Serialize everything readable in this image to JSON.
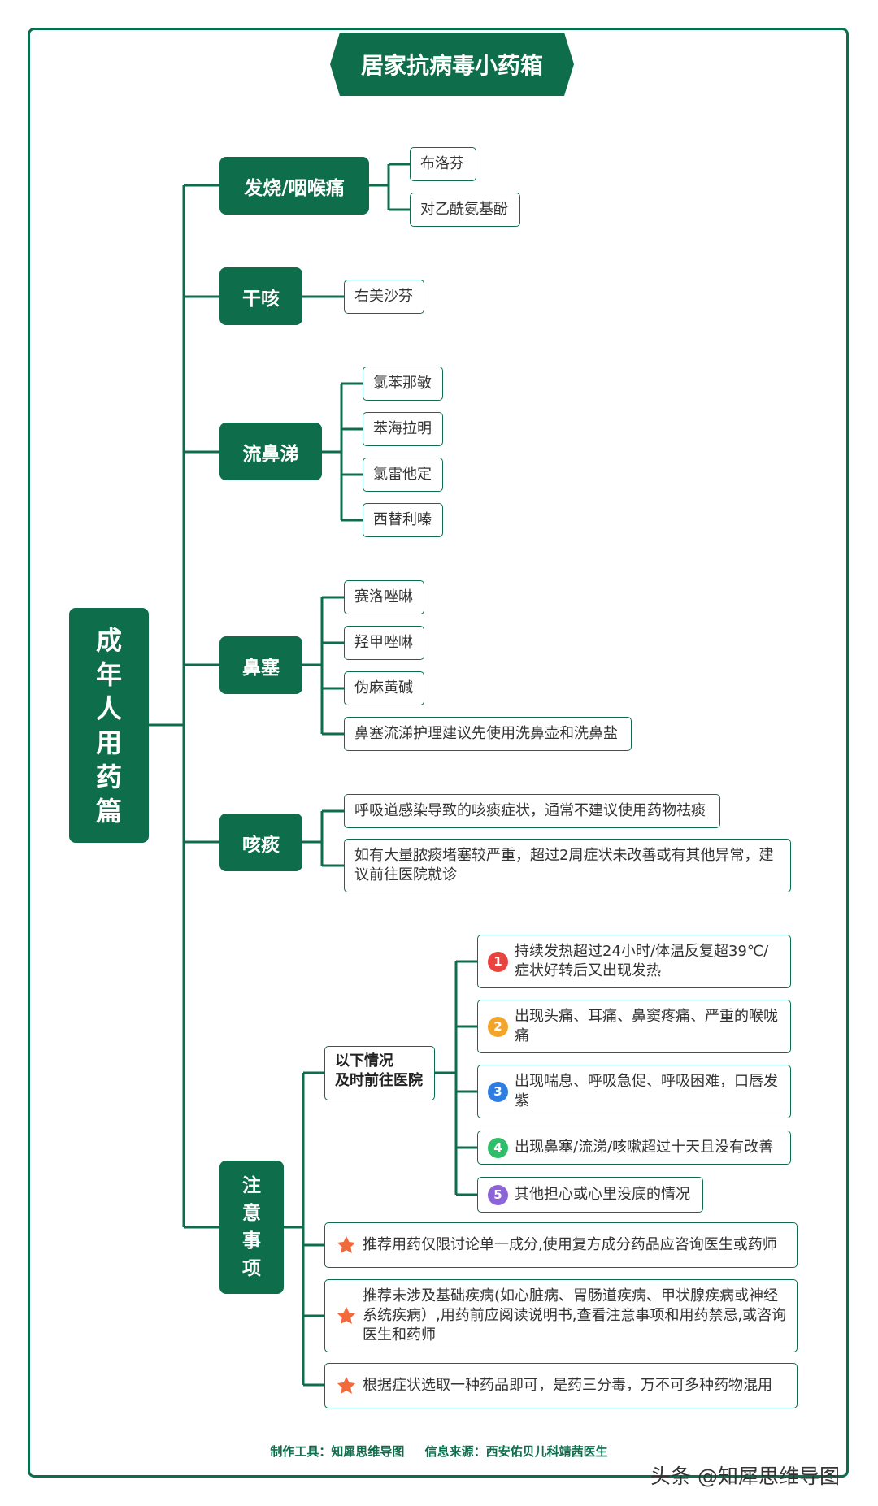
{
  "title": "居家抗病毒小药箱",
  "root_label": "成年人用药篇",
  "categories": {
    "fever": {
      "label": "发烧/咽喉痛",
      "items": [
        "布洛芬",
        "对乙酰氨基酚"
      ]
    },
    "dry_cough": {
      "label": "干咳",
      "items": [
        "右美沙芬"
      ]
    },
    "runny_nose": {
      "label": "流鼻涕",
      "items": [
        "氯苯那敏",
        "苯海拉明",
        "氯雷他定",
        "西替利嗪"
      ]
    },
    "nasal_congestion": {
      "label": "鼻塞",
      "items": [
        "赛洛唑啉",
        "羟甲唑啉",
        "伪麻黄碱",
        "鼻塞流涕护理建议先使用洗鼻壶和洗鼻盐"
      ]
    },
    "phlegm": {
      "label": "咳痰",
      "items": [
        "呼吸道感染导致的咳痰症状，通常不建议使用药物祛痰",
        "如有大量脓痰堵塞较严重，超过2周症状未改善或有其他异常，建议前往医院就诊"
      ]
    },
    "notes": {
      "label": "注意事项",
      "hospital": {
        "label_line1": "以下情况",
        "label_line2": "及时前往医院",
        "items": [
          {
            "num": "1",
            "text": "持续发热超过24小时/体温反复超39℃/症状好转后又出现发热",
            "color": "#e8443f"
          },
          {
            "num": "2",
            "text": "出现头痛、耳痛、鼻窦疼痛、严重的喉咙痛",
            "color": "#f3a42a"
          },
          {
            "num": "3",
            "text": "出现喘息、呼吸急促、呼吸困难，口唇发紫",
            "color": "#2f7de1"
          },
          {
            "num": "4",
            "text": "出现鼻塞/流涕/咳嗽超过十天且没有改善",
            "color": "#2fbf6a"
          },
          {
            "num": "5",
            "text": "其他担心或心里没底的情况",
            "color": "#8d63d8"
          }
        ]
      },
      "tips": [
        "推荐用药仅限讨论单一成分,使用复方成分药品应咨询医生或药师",
        "推荐未涉及基础疾病(如心脏病、胃肠道疾病、甲状腺疾病或神经系统疾病）,用药前应阅读说明书,查看注意事项和用药禁忌,或咨询医生和药师",
        "根据症状选取一种药品即可，是药三分毒，万不可多种药物混用"
      ]
    }
  },
  "footer": {
    "tool": "制作工具：知犀思维导图",
    "source": "信息来源：西安佑贝儿科靖茜医生"
  },
  "watermark": "头条 @知犀思维导图",
  "colors": {
    "primary": "#0e6e4c",
    "star": "#f06a3b"
  }
}
